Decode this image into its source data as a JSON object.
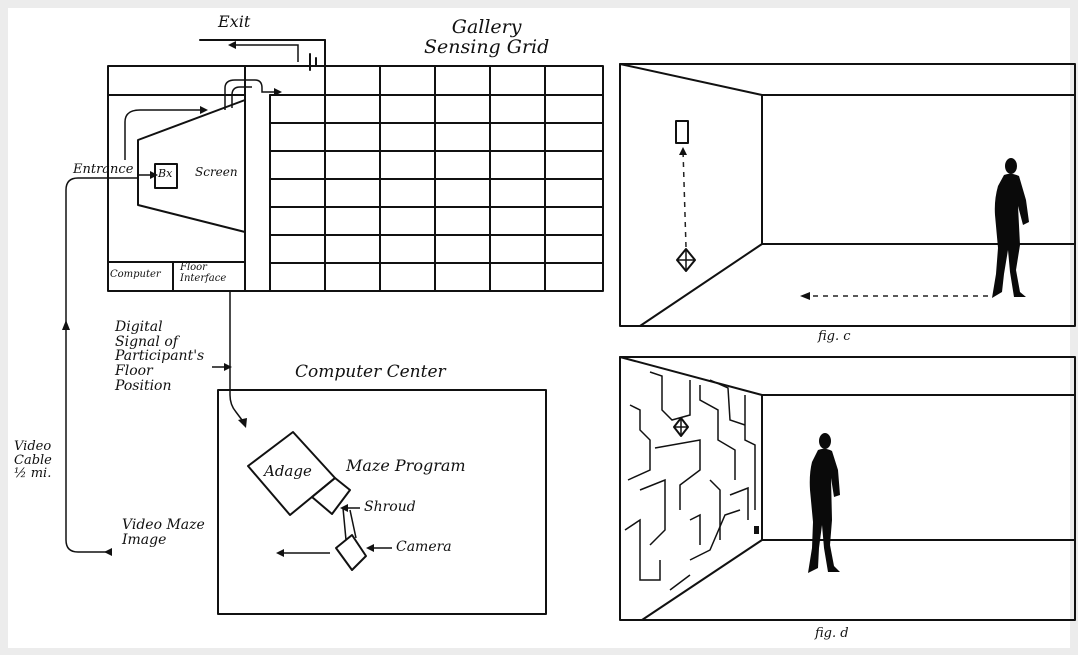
{
  "labels": {
    "exit": "Exit",
    "gallery_title": "Gallery\nSensing Grid",
    "entrance": "Entrance",
    "box": "Bx",
    "screen": "Screen",
    "computer": "Computer",
    "floor_interface": "Floor\nInterface",
    "digital_signal": "Digital\nSignal of\nParticipant's\nFloor\nPosition",
    "computer_center": "Computer Center",
    "adage": "Adage",
    "maze_program": "Maze Program",
    "shroud": "Shroud",
    "camera": "Camera",
    "video_maze_image": "Video Maze\nImage",
    "video_cable": "Video\nCable\n½ mi."
  },
  "captions": {
    "fig_c": "fig. c",
    "fig_d": "fig. d"
  },
  "colors": {
    "background": "#ececec",
    "paper": "#ffffff",
    "ink": "#111111"
  }
}
